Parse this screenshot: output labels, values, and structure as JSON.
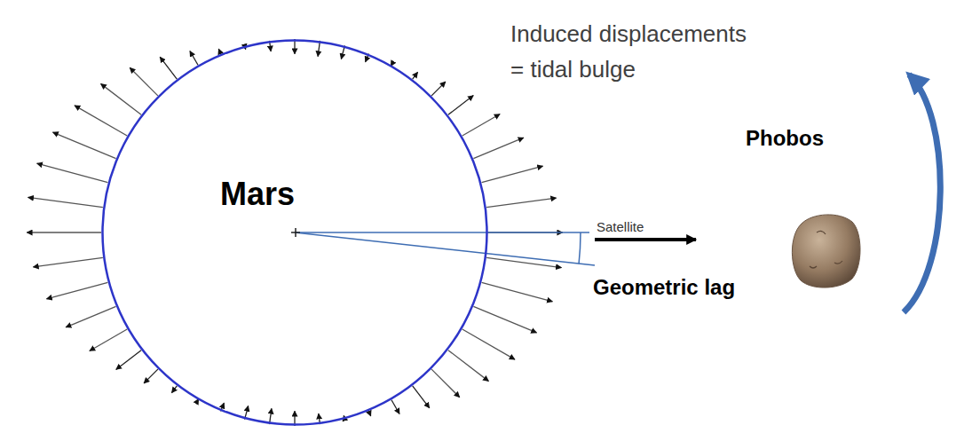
{
  "diagram": {
    "nodes": [
      {
        "text": [
          "Mars"
        ]
      }
    ],
    "labels": [
      "Induced displacements = tidal bulge",
      "Phobos",
      "Satellite",
      "Geometric lag"
    ]
  }
}
